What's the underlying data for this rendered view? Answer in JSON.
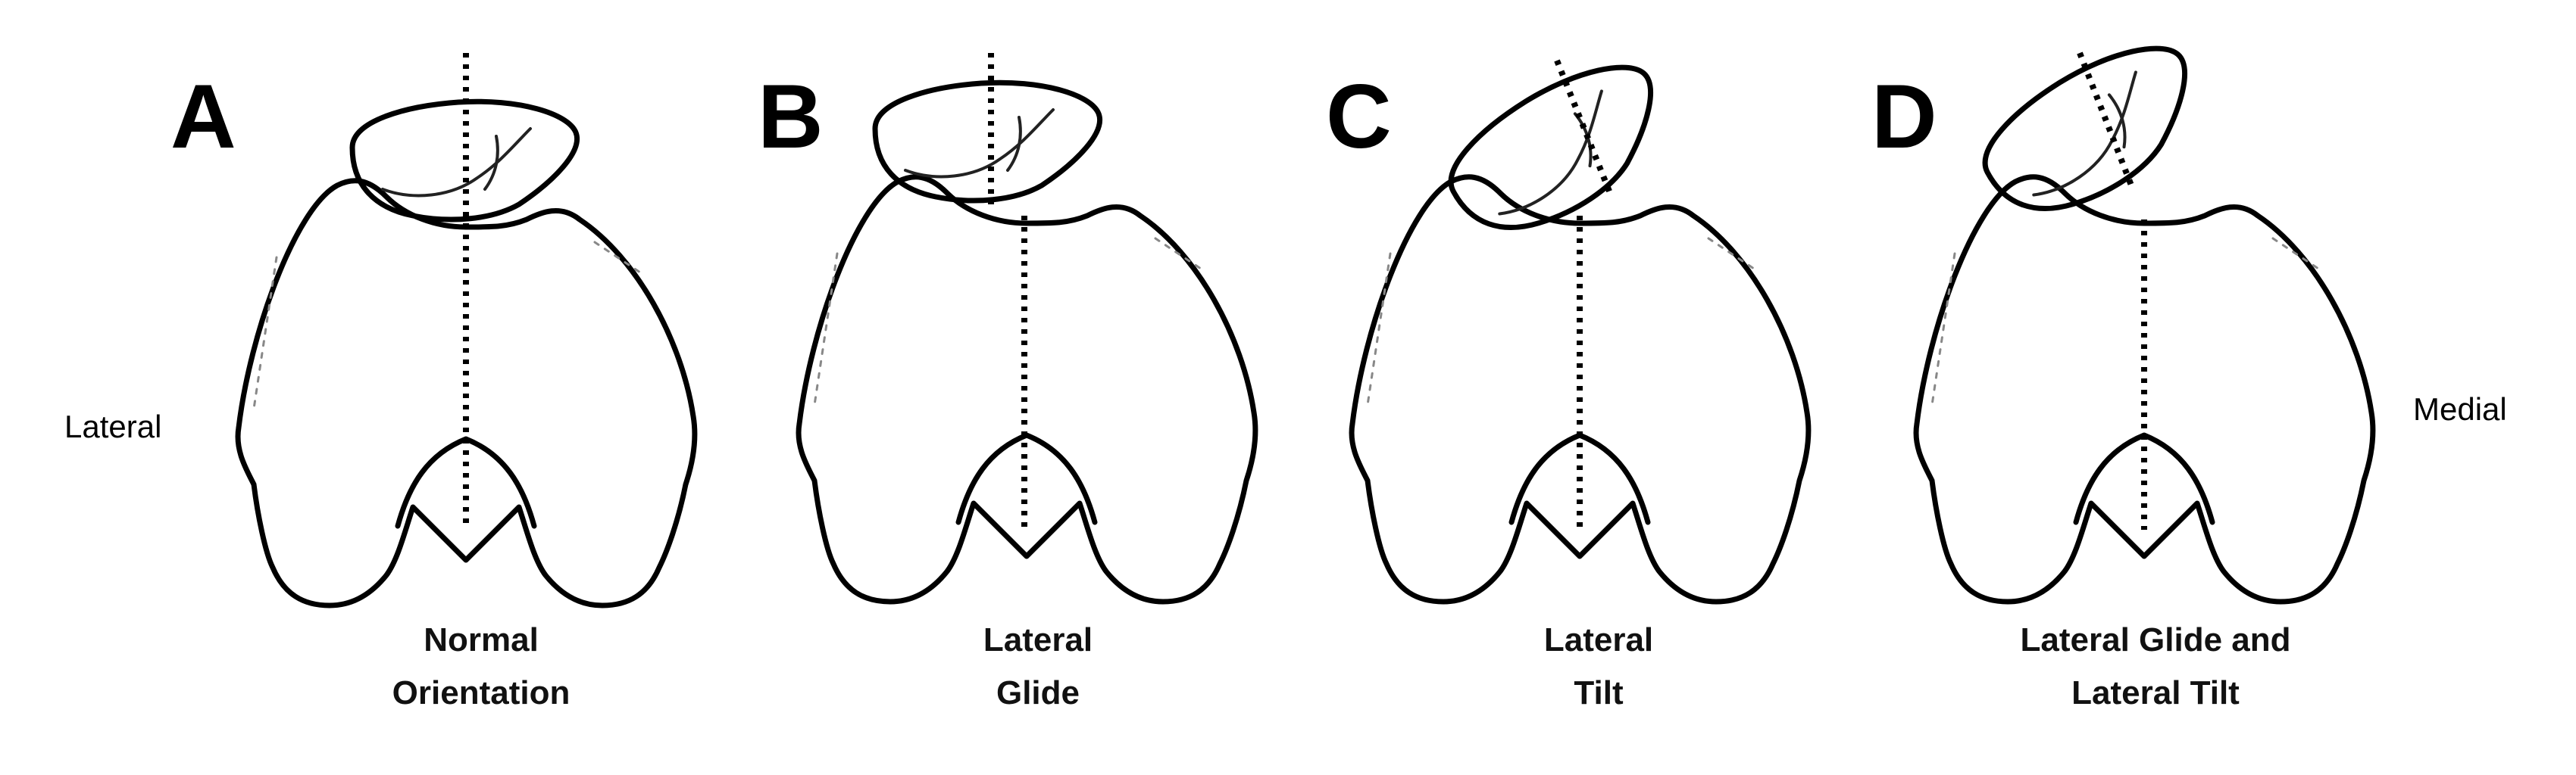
{
  "labels": {
    "lateral": "Lateral",
    "medial": "Medial"
  },
  "panels": [
    {
      "letter": "A",
      "caption_line1": "Normal",
      "caption_line2": "Orientation",
      "glide": "none",
      "tilt": "none"
    },
    {
      "letter": "B",
      "caption_line1": "Lateral",
      "caption_line2": "Glide",
      "glide": "lateral",
      "tilt": "none"
    },
    {
      "letter": "C",
      "caption_line1": "Lateral",
      "caption_line2": "Tilt",
      "glide": "none",
      "tilt": "lateral"
    },
    {
      "letter": "D",
      "caption_line1": "Lateral Glide and",
      "caption_line2": "Lateral Tilt",
      "glide": "lateral",
      "tilt": "lateral"
    }
  ]
}
